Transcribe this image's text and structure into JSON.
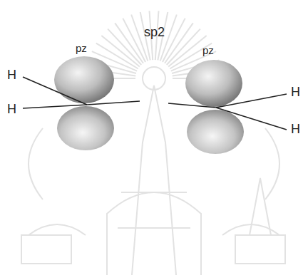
{
  "diagram": {
    "labels": [
      "pz",
      "pz",
      "sp2",
      "H",
      "H",
      "H",
      "H"
    ]
  }
}
